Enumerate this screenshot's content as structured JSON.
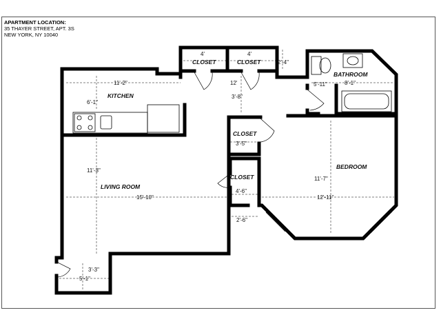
{
  "header": {
    "title": "APARTMENT LOCATION:",
    "line1": "35 THAYER STREET, APT. 3S",
    "line2": "NEW YORK, NY 10040"
  },
  "rooms": {
    "closet_a": "CLOSET",
    "closet_b": "CLOSET",
    "bathroom": "BATHROOM",
    "kitchen": "KITCHEN",
    "closet_mid": "CLOSET",
    "closet_low": "CLOSET",
    "bedroom": "BEDROOM",
    "living": "LIVING ROOM"
  },
  "dimensions": {
    "closet_a_w": "4'",
    "closet_b_w": "4'",
    "closet_depth": "2'-4\"",
    "kitchen_w": "11'-2\"",
    "hall_w": "12'",
    "bath_a": "5'-11\"",
    "bath_b": "8'-1\"",
    "kitchen_d": "6'-1\"",
    "hall_d": "3'-8\"",
    "closet_mid_w": "3'-5\"",
    "living_d": "11'-3\"",
    "bedroom_d": "11'-7\"",
    "closet_low_w": "4'-6\"",
    "living_w": "15'-10\"",
    "bedroom_w": "12'-11\"",
    "passage_w": "2'-6\"",
    "entry_d": "3'-3\"",
    "entry_w": "5'-1\""
  }
}
